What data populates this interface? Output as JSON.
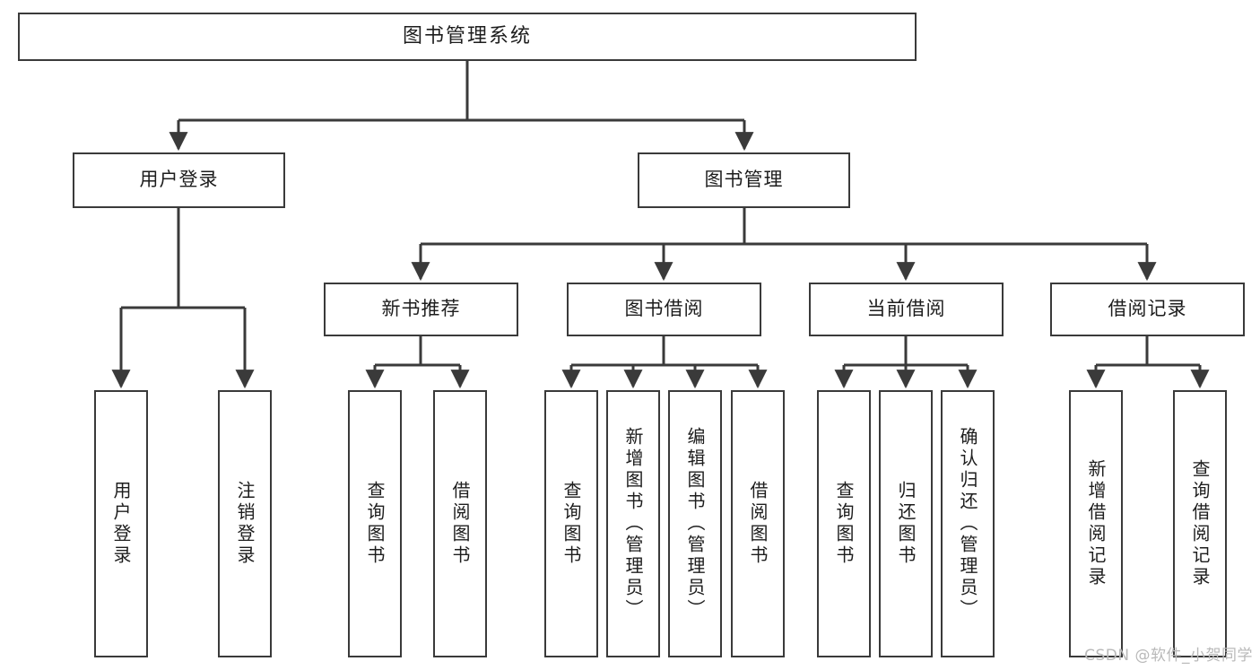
{
  "diagram": {
    "type": "tree",
    "title": "图书管理系统",
    "root": {
      "id": "root",
      "label": "图书管理系统"
    },
    "level1": [
      {
        "id": "login",
        "label": "用户登录"
      },
      {
        "id": "bookmgmt",
        "label": "图书管理"
      }
    ],
    "level2": [
      {
        "id": "newbook",
        "label": "新书推荐",
        "parent": "bookmgmt"
      },
      {
        "id": "borrow",
        "label": "图书借阅",
        "parent": "bookmgmt"
      },
      {
        "id": "current",
        "label": "当前借阅",
        "parent": "bookmgmt"
      },
      {
        "id": "record",
        "label": "借阅记录",
        "parent": "bookmgmt"
      }
    ],
    "leaves": [
      {
        "id": "leaf-1",
        "label": "用户登录",
        "parent": "login"
      },
      {
        "id": "leaf-2",
        "label": "注销登录",
        "parent": "login"
      },
      {
        "id": "leaf-3",
        "label": "查询图书",
        "parent": "newbook"
      },
      {
        "id": "leaf-4",
        "label": "借阅图书",
        "parent": "newbook"
      },
      {
        "id": "leaf-5",
        "label": "查询图书",
        "parent": "borrow"
      },
      {
        "id": "leaf-6",
        "label": "新增图书（管理员）",
        "parent": "borrow"
      },
      {
        "id": "leaf-7",
        "label": "编辑图书（管理员）",
        "parent": "borrow"
      },
      {
        "id": "leaf-8",
        "label": "借阅图书",
        "parent": "borrow"
      },
      {
        "id": "leaf-9",
        "label": "查询图书",
        "parent": "current"
      },
      {
        "id": "leaf-10",
        "label": "归还图书",
        "parent": "current"
      },
      {
        "id": "leaf-11",
        "label": "确认归还（管理员）",
        "parent": "current"
      },
      {
        "id": "leaf-12",
        "label": "新增借阅记录",
        "parent": "record"
      },
      {
        "id": "leaf-13",
        "label": "查询借阅记录",
        "parent": "record"
      }
    ],
    "colors": {
      "stroke": "#3a3a3a",
      "background": "#ffffff",
      "text": "#1d1d1d",
      "watermark": "#b9b9b9"
    }
  },
  "watermark": {
    "text": "CSDN @软件_小贺同学"
  }
}
